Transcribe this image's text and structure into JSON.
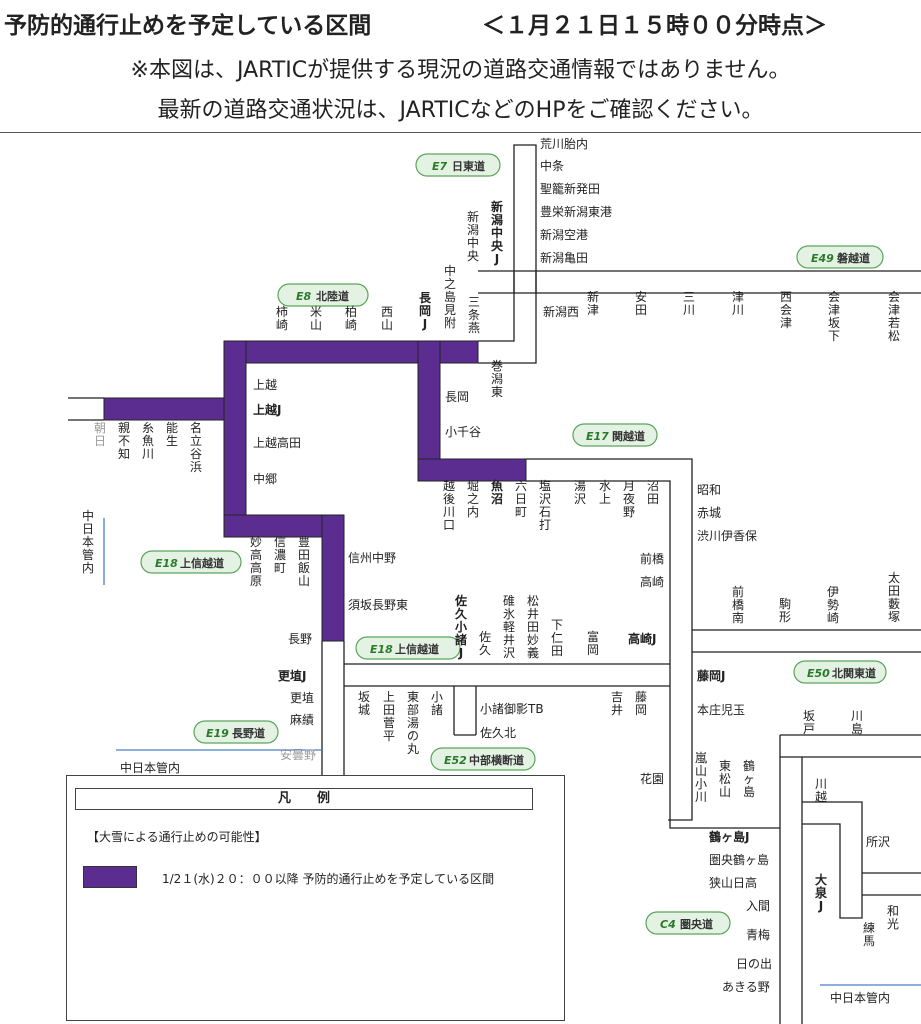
{
  "header": {
    "title": "予防的通行止めを予定している区間",
    "timestamp": "＜１月２１日１５時００分時点＞",
    "note1": "※本図は、JARTICが提供する現況の道路交通情報ではありません。",
    "note2": "最新の道路交通状況は、JARTICなどのHPをご確認ください。"
  },
  "legend": {
    "title": "凡　　例",
    "subtitle": "【大雪による通行止めの可能性】",
    "item_label": "1/2１(水)２０：００以降 予防的通行止めを予定している区間",
    "item_color": "#5c2d91"
  },
  "colors": {
    "closure": "#5c2d91",
    "road": "#222222",
    "badge_fill": "#e4f2e4",
    "badge_stroke": "#5aa55a"
  },
  "routes": {
    "e7": {
      "code": "E7",
      "name": "日東道"
    },
    "e8": {
      "code": "E8",
      "name": "北陸道"
    },
    "e17": {
      "code": "E17",
      "name": "関越道"
    },
    "e18a": {
      "code": "E18",
      "name": "上信越道"
    },
    "e18b": {
      "code": "E18",
      "name": "上信越道"
    },
    "e19": {
      "code": "E19",
      "name": "長野道"
    },
    "e49": {
      "code": "E49",
      "name": "磐越道"
    },
    "e50": {
      "code": "E50",
      "name": "北関東道"
    },
    "e52": {
      "code": "E52",
      "name": "中部横断道"
    },
    "c4": {
      "code": "C4",
      "name": "圏央道"
    }
  },
  "stations": {
    "arakawa": "荒川胎内",
    "nakajo": "中条",
    "seiro": "聖籠新発田",
    "toyosaka": "豊栄新潟東港",
    "kuko": "新潟空港",
    "kameda": "新潟亀田",
    "niigatachuo": "新潟中央J",
    "niigatachuo_ic": "新潟中央",
    "niigatanishi": "新潟西",
    "nakanoshima": "中之島見附",
    "sanjo": "三条燕",
    "nagaokaj": "長岡J",
    "makiushi": "巻潟東",
    "kakizaki": "柿崎",
    "yoneyama": "米山",
    "kashiwazaki": "柏崎",
    "nishiyama": "西山",
    "niitsu": "新津",
    "yasuda": "安田",
    "mikawa": "三川",
    "tsugawa": "津川",
    "nishiaizu": "西会津",
    "aizubange": "会津坂下",
    "aizuwakamatsu": "会津若松",
    "joetsuj": "上越J",
    "joetsu": "上越",
    "joetsutakada": "上越高田",
    "nakago": "中郷",
    "asahi": "朝日",
    "oyashirazu": "親不知",
    "itoigawa": "糸魚川",
    "nou": "能生",
    "nadachi": "名立谷浜",
    "nagaoka": "長岡",
    "ojiya": "小千谷",
    "echigokawaguchi": "越後川口",
    "horinouchi": "堀之内",
    "uonuma": "魚沼",
    "muikamachi": "六日町",
    "shiozawa": "塩沢石打",
    "yuzawa": "湯沢",
    "minakami": "水上",
    "tsukiyono": "月夜野",
    "numata": "沼田",
    "showa": "昭和",
    "akagi": "赤城",
    "shibukawa": "渋川伊香保",
    "maebashi": "前橋",
    "takasaki": "高崎",
    "takasakij": "高崎J",
    "fujiokaj": "藤岡J",
    "honjo": "本庄児玉",
    "hanazono": "花園",
    "maebashiminami": "前橋南",
    "komagata": "駒形",
    "isesaki": "伊勢崎",
    "otayabuzuka": "太田藪塚",
    "myoko": "妙高高原",
    "shinanomachi": "信濃町",
    "toyotaiiyama": "豊田飯山",
    "shinshunakano": "信州中野",
    "suzaka": "須坂長野東",
    "naganostn": "長野",
    "koshokuj": "更埴J",
    "koshoku": "更埴",
    "omi": "麻績",
    "azumino": "安曇野",
    "nichihonkannai1": "中日本管内",
    "nichihonkannai2": "中日本管内",
    "nichihonkannai3": "中日本管内",
    "sakaki": "坂城",
    "uedasugadaira": "上田菅平",
    "tobuyunomaru": "東部湯の丸",
    "komoro": "小諸",
    "sakukomoroj": "佐久小諸J",
    "komoromikage": "小諸御影TB",
    "sakukita": "佐久北",
    "saku": "佐久",
    "usuikaruizawa": "碓氷軽井沢",
    "matsuidamyogi": "松井田妙義",
    "shimonita": "下仁田",
    "tomioka": "富岡",
    "yoshii": "吉井",
    "fujioka": "藤岡",
    "ranzan": "嵐山小川",
    "higashimatsuyama": "東松山",
    "tsurugashima": "鶴ヶ島",
    "tsurugashimaj": "鶴ヶ島J",
    "kenotsurugashima": "圏央鶴ヶ島",
    "sayama": "狭山日高",
    "iruma": "入間",
    "ome": "青梅",
    "hinode": "日の出",
    "akiruno": "あきる野",
    "oizumij": "大泉J",
    "sakado": "坂戸",
    "kawajima": "川島",
    "kawagoe": "川越",
    "tokorozawa": "所沢",
    "nerima": "練馬",
    "wako": "和光"
  }
}
